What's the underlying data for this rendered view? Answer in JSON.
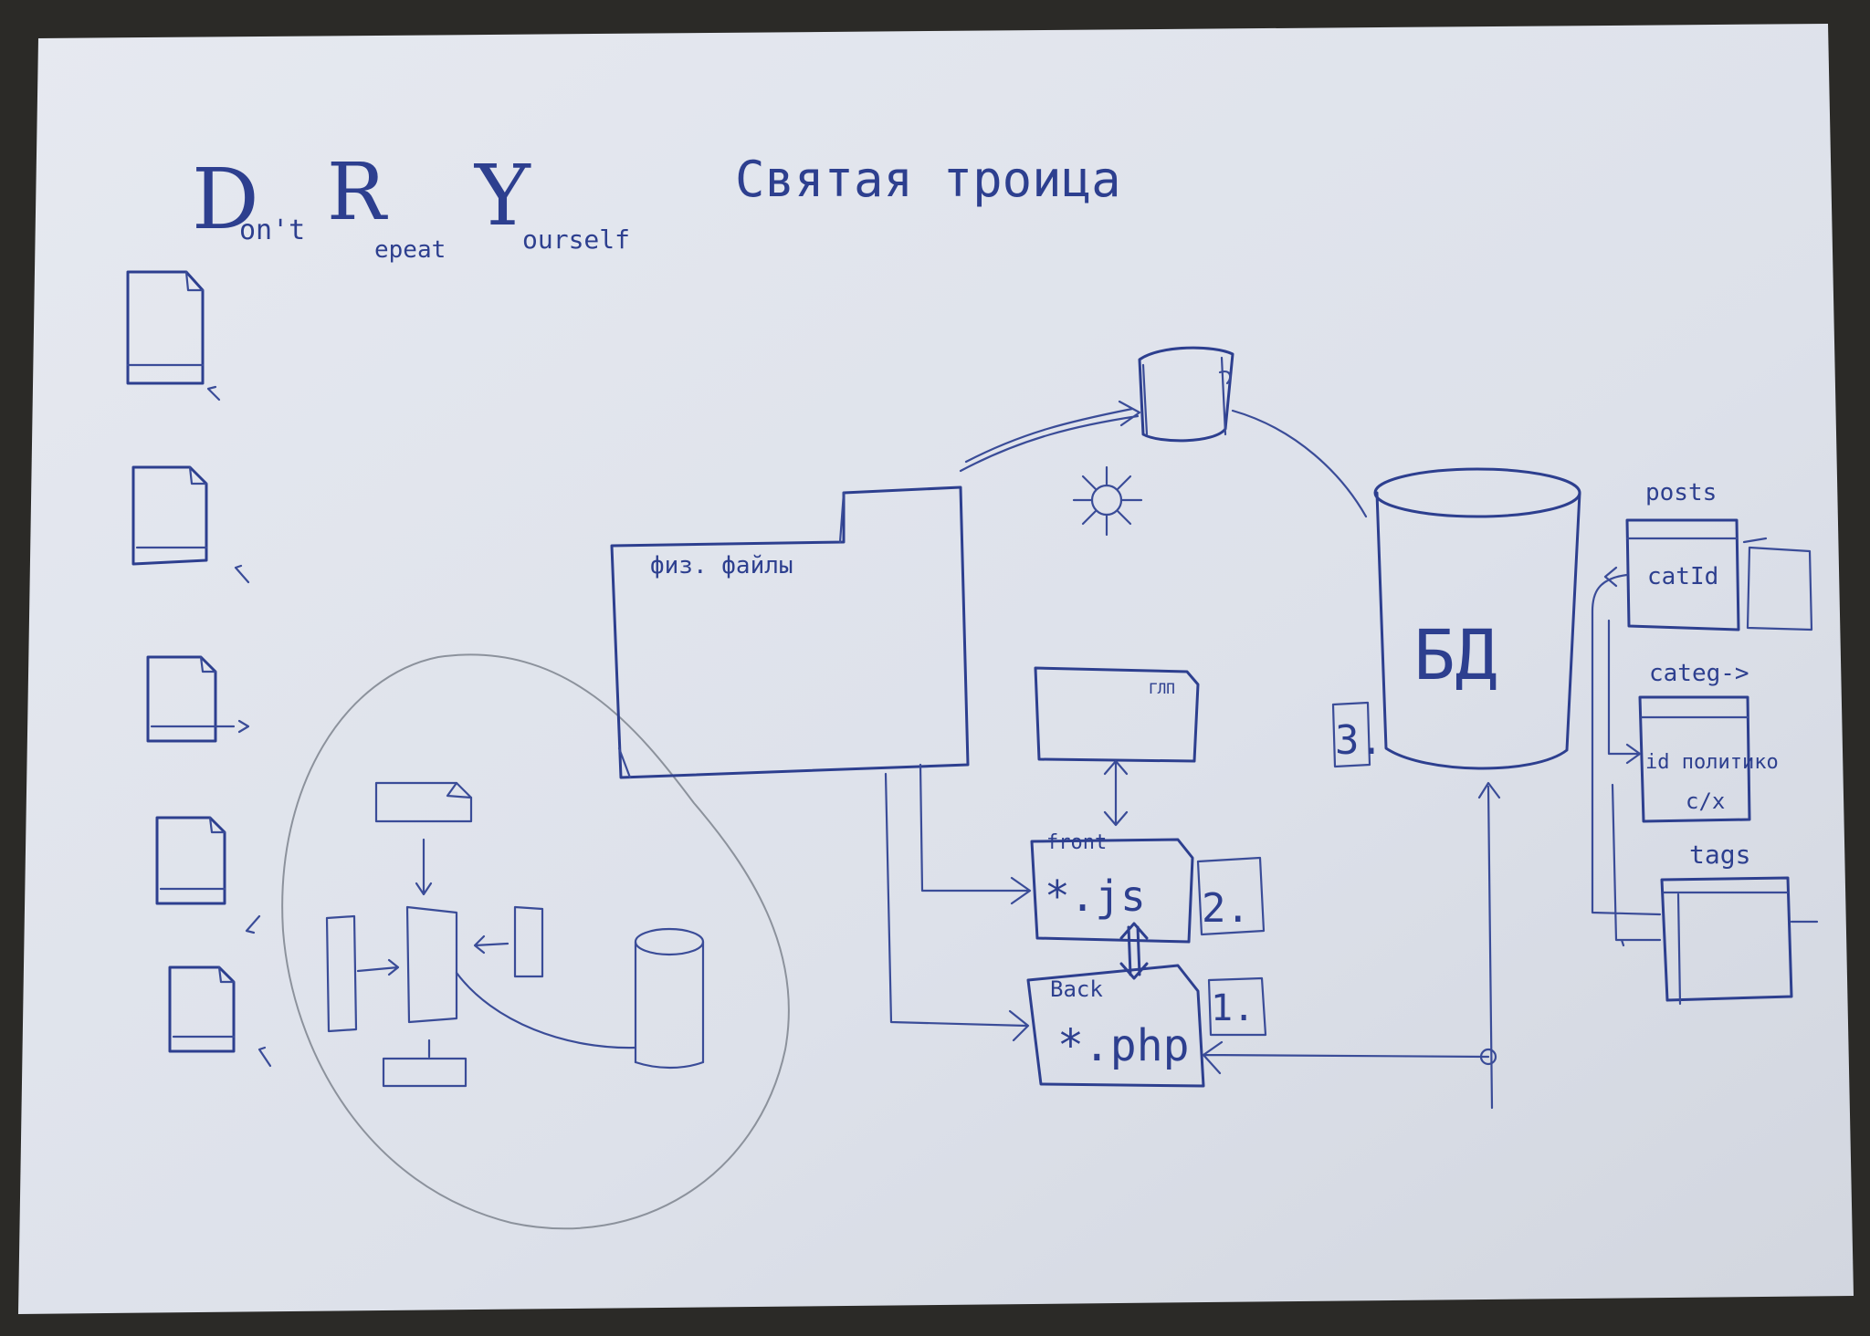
{
  "title": {
    "d": "D",
    "on": "on't",
    "r": "R",
    "epeat": "epeat",
    "y": "Y",
    "ourself": "ourself"
  },
  "heading": "Святая троица",
  "labels": {
    "folder": "физ. файлы",
    "db": "БД",
    "db_number": "3.",
    "api": "ГЛП",
    "front": "front",
    "front_ext": "*.js",
    "front_number": "2.",
    "back": "Back",
    "back_ext": "*.php",
    "back_number": "1."
  },
  "tables": {
    "posts": "posts",
    "posts_field": "catId",
    "categ": "categ->",
    "categ_fields": "id политико",
    "categ_row2": "c/x",
    "tags": "tags"
  },
  "colors": {
    "ink": "#2d3f8f",
    "paper": "#dfe3ec",
    "pencil": "#8c929c",
    "background": "#2b2a27"
  }
}
